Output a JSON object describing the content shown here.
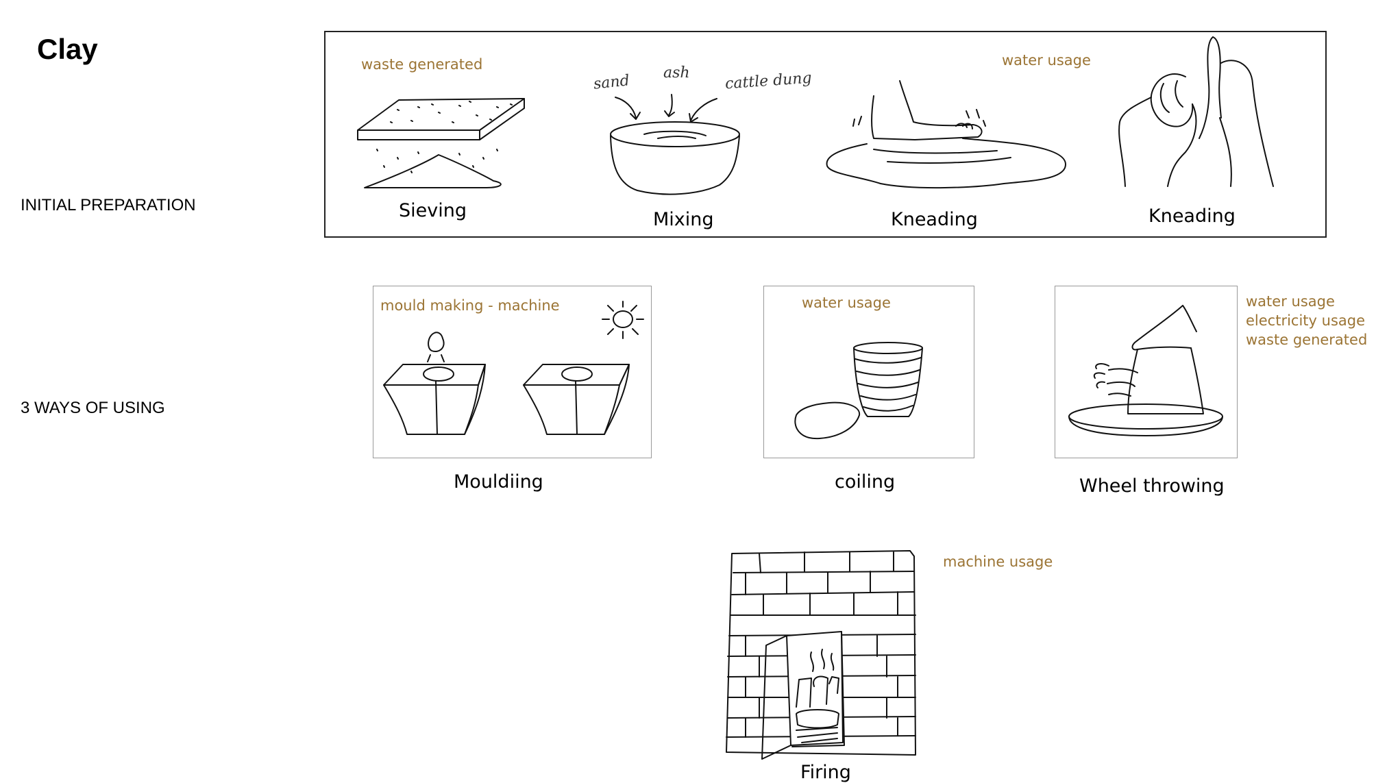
{
  "title": "Clay",
  "sections": {
    "initial_preparation": "INITIAL PREPARATION",
    "ways_of_using": "3 WAYS OF USING"
  },
  "prep": {
    "sieving": {
      "note": "waste generated",
      "caption": "Sieving"
    },
    "mixing": {
      "caption": "Mixing",
      "ingredients": [
        "sand",
        "ash",
        "cattle dung"
      ]
    },
    "kneading_foot": {
      "note": "water usage",
      "caption": "Kneading"
    },
    "kneading_hand": {
      "caption": "Kneading"
    }
  },
  "ways": {
    "moulding": {
      "note": "mould making - machine",
      "caption": "Mouldiing"
    },
    "coiling": {
      "note": "water usage",
      "caption": "coiling"
    },
    "wheel": {
      "notes": [
        "water usage",
        "electricity usage",
        "waste generated"
      ],
      "caption": "Wheel throwing"
    }
  },
  "firing": {
    "note": "machine usage",
    "caption": "Firing"
  },
  "icons": [
    "sieve-icon",
    "mixing-bowl-icon",
    "foot-kneading-icon",
    "hand-kneading-icon",
    "mould-icon",
    "sun-icon",
    "coil-pot-icon",
    "potters-wheel-icon",
    "kiln-icon"
  ],
  "colors": {
    "note": "#9b7434",
    "line": "#111111",
    "box_border": "#999999"
  }
}
